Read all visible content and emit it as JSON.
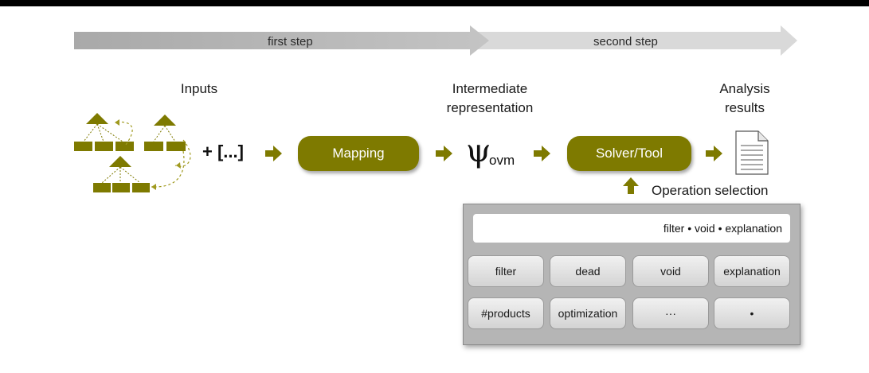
{
  "steps": {
    "first": "first step",
    "second": "second step"
  },
  "titles": {
    "inputs": "Inputs",
    "intermediate_line1": "Intermediate",
    "intermediate_line2": "representation",
    "results_line1": "Analysis",
    "results_line2": "results"
  },
  "inputs_extra": "+ [...]",
  "mapping_label": "Mapping",
  "psi_symbol": "ψ",
  "psi_subscript": "ovm",
  "solver_label": "Solver/Tool",
  "operation_selection_label": "Operation selection",
  "expression": "filter • void • explanation",
  "operations": [
    "filter",
    "dead",
    "void",
    "explanation",
    "#products",
    "optimization",
    "···",
    "•"
  ],
  "colors": {
    "accent": "#7e7a00",
    "first_arrow": "#b8b8b8",
    "second_arrow": "#d9d9d9",
    "panel": "#b5b5b5"
  }
}
